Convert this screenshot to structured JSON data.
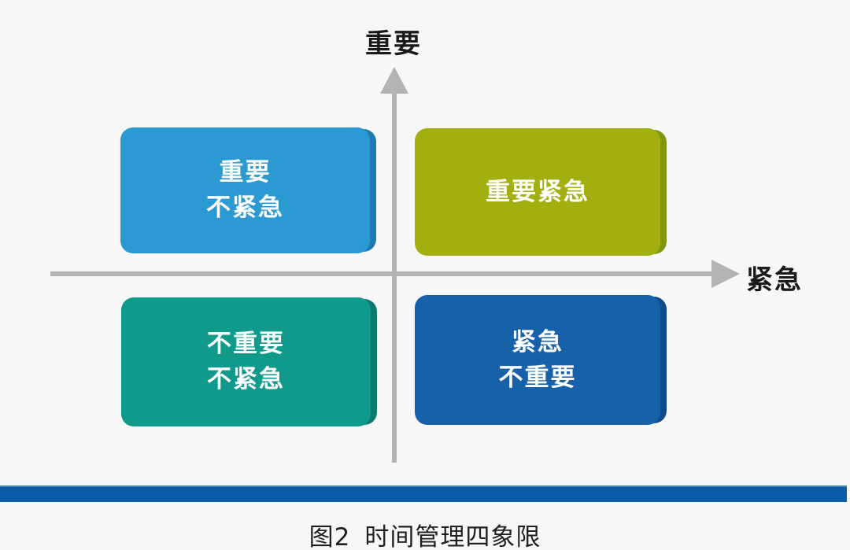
{
  "figure": {
    "caption_label": "图2",
    "caption_title": "时间管理四象限"
  },
  "axes": {
    "y_axis_label": "重要",
    "x_axis_label": "紧急"
  },
  "quadrants": [
    {
      "position": "top-left",
      "text": "重要\n不紧急",
      "fill": "#2b9ad3",
      "edge": "#1c7ab0"
    },
    {
      "position": "top-right",
      "text": "重要紧急",
      "fill": "#a1b00f",
      "edge": "#84950c"
    },
    {
      "position": "bottom-left",
      "text": "不重要\n不紧急",
      "fill": "#109a8c",
      "edge": "#0a7a6e"
    },
    {
      "position": "bottom-right",
      "text": "紧急\n不重要",
      "fill": "#1761a9",
      "edge": "#0e4c8a"
    }
  ],
  "colors": {
    "background": "#f7f7f7",
    "axis": "#b3b3b3",
    "axis_label_text": "#1a1a1a",
    "quadrant_text": "#ffffff",
    "divider_bar": "#0b5ca6"
  }
}
